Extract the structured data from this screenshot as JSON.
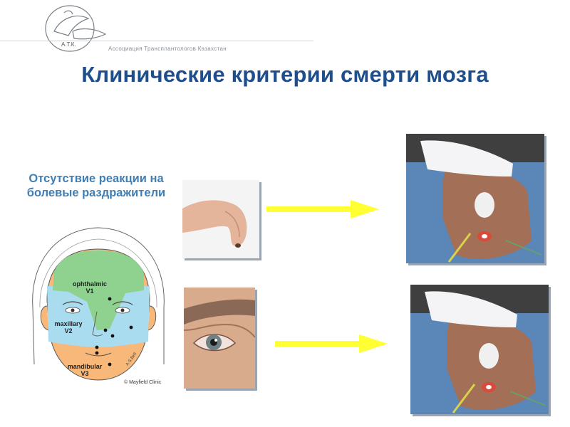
{
  "header": {
    "logo_text": "А.Т.К.",
    "logo_caption": "Ассоциация Трансплантологов Казахстан"
  },
  "slide": {
    "title": "Клинические критерии смерти мозга",
    "subtitle": "Отсутствие реакции на болевые раздражители"
  },
  "face_diagram": {
    "zones": [
      {
        "name": "ophthalmic",
        "code": "V1",
        "color": "#8fd18f"
      },
      {
        "name": "maxillary",
        "code": "V2",
        "color": "#a9dcee"
      },
      {
        "name": "mandibular",
        "code": "V3",
        "color": "#f7b879"
      }
    ],
    "copyright": "© Mayfield Clinic",
    "signature": "A.S.Bell"
  },
  "colors": {
    "title": "#1f4e8c",
    "subtitle": "#3f7fb5",
    "arrow": "#ffff33"
  }
}
